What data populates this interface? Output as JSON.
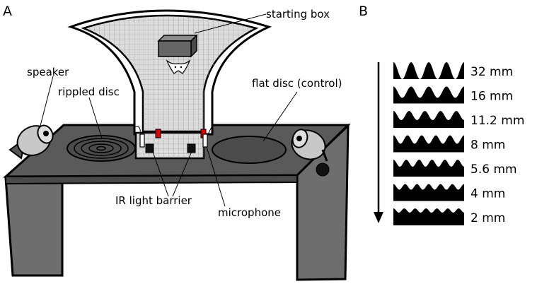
{
  "panels": {
    "a": {
      "letter": "A"
    },
    "b": {
      "letter": "B"
    }
  },
  "labels": {
    "starting_box": "starting box",
    "speaker": "speaker",
    "rippled_disc": "rippled disc",
    "flat_disc": "flat disc (control)",
    "ir_light_barrier": "IR light barrier",
    "microphone": "microphone"
  },
  "ripple_samples": [
    {
      "label": "32 mm"
    },
    {
      "label": "16 mm"
    },
    {
      "label": "11.2 mm"
    },
    {
      "label": "8 mm"
    },
    {
      "label": "5.6 mm"
    },
    {
      "label": "4 mm"
    },
    {
      "label": "2 mm"
    }
  ],
  "colors": {
    "table_top": "#5a5a5a",
    "table_side": "#6e6e6e",
    "funnel": "#dcdcdc",
    "speaker": "#c8c8c8",
    "ir_marker": "#e00000",
    "ink": "#000000"
  }
}
